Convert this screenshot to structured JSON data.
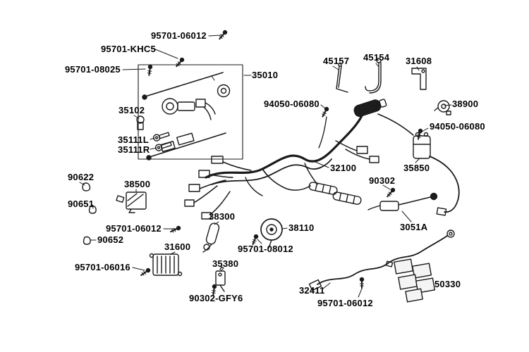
{
  "diagram": {
    "type": "exploded-parts-diagram",
    "background": "#ffffff",
    "ink": "#1a1a1a"
  },
  "labels": [
    "95701-06012",
    "95701-KHC5",
    "95701-08025",
    "35010",
    "35102",
    "35111L",
    "35111R",
    "45157",
    "45154",
    "31608",
    "94050-06080",
    "38900",
    "94050-06080",
    "32100",
    "35850",
    "90302",
    "90622",
    "38500",
    "90651",
    "38300",
    "38110",
    "95701-06012",
    "3051A",
    "90652",
    "31600",
    "95701-08012",
    "95701-06016",
    "35380",
    "50330",
    "32411",
    "90302-GFY6",
    "95701-06012"
  ]
}
